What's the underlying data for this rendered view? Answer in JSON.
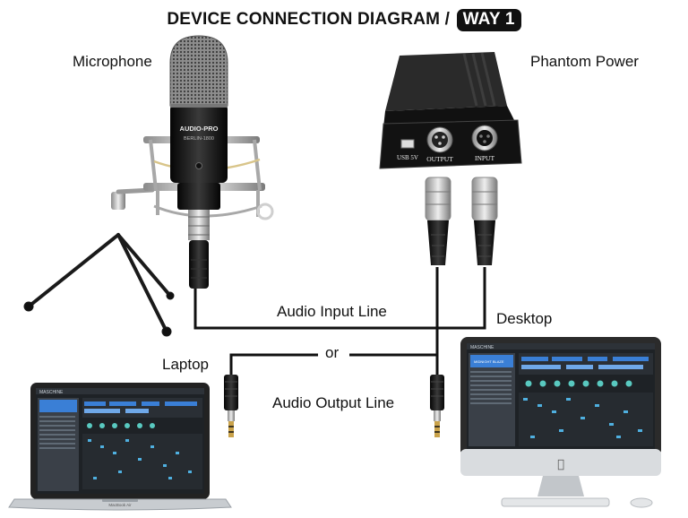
{
  "title": {
    "text": "DEVICE CONNECTION DIAGRAM /",
    "badge": "WAY 1"
  },
  "labels": {
    "microphone": "Microphone",
    "phantom_power": "Phantom Power",
    "audio_input_line": "Audio Input Line",
    "or": "or",
    "desktop": "Desktop",
    "laptop": "Laptop",
    "audio_output_line": "Audio Output Line"
  },
  "device_text": {
    "mic_brand": "AUDIO-PRO",
    "mic_model": "BERLIN-1800",
    "port_usb": "USB 5V",
    "port_output": "OUTPUT",
    "port_input": "INPUT",
    "daw_app": "MASCHINE",
    "laptop_model": "MacBook Air",
    "daw_project": "MIDNIGHT BLAZE"
  },
  "colors": {
    "line": "#111111",
    "screen_dark": "#1e2226",
    "accent_blue": "#3a7fd6",
    "metal_silver": "#c8c8c8",
    "body_black": "#1a1a1a"
  }
}
